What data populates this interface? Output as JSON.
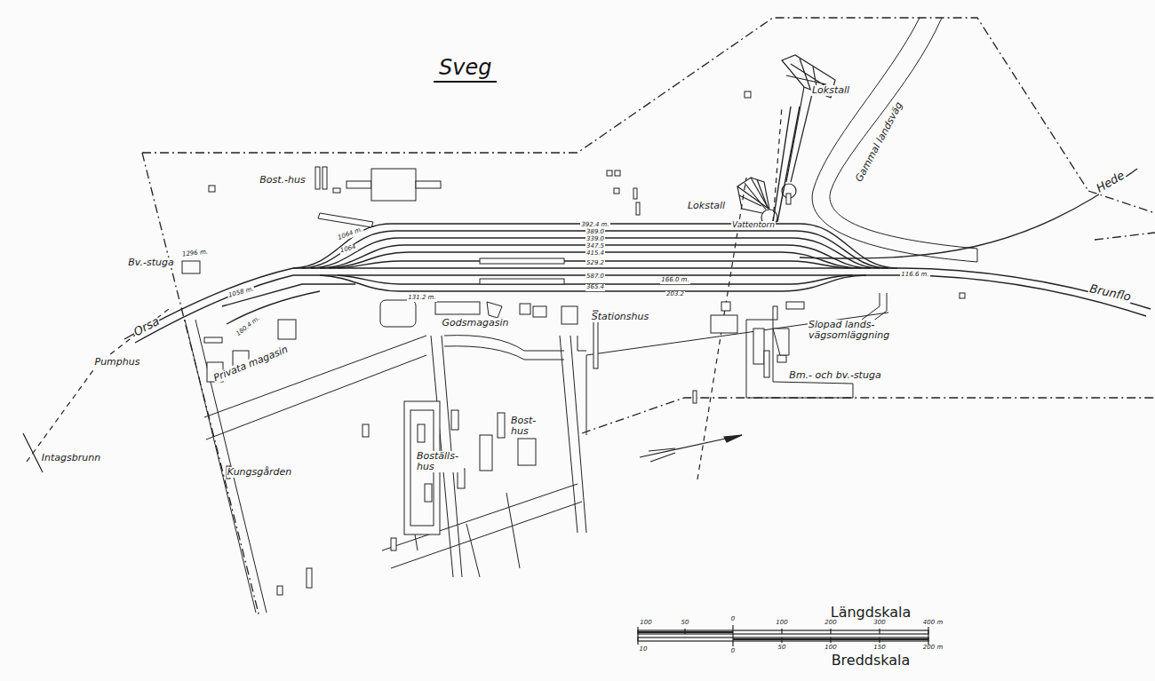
{
  "diagram": {
    "title": "Sveg",
    "labels": [
      "Lokstall",
      "Bost.-hus",
      "Lokstall",
      "Vattentorn",
      "Gammal landsväg",
      "Hede",
      "Brunflo",
      "Bv.-stuga",
      "Orsa",
      "Pumphus",
      "Intagsbrunn",
      "Privata magasin",
      "Godsmagasin",
      "Stationshus",
      "Slopad lands- vägsomläggning",
      "Bm.- och bv.-stuga",
      "Kungsgården",
      "Boställs- hus",
      "Bost- hus",
      "Längdskala",
      "Breddskala",
      "1296 m.",
      "1064 m.",
      "1064",
      "1058 m.",
      "180.4 m.",
      "131.2 m.",
      "166.0 m.",
      "203.2",
      "116.6 m.",
      "392.4 m.",
      "389.0",
      "339.0",
      "347.5",
      "415.4",
      "529.2",
      "587.0",
      "365.4",
      "100",
      "50",
      "0",
      "100",
      "200",
      "300",
      "400 m",
      "10",
      "0",
      "50",
      "100",
      "150",
      "200 m"
    ]
  }
}
